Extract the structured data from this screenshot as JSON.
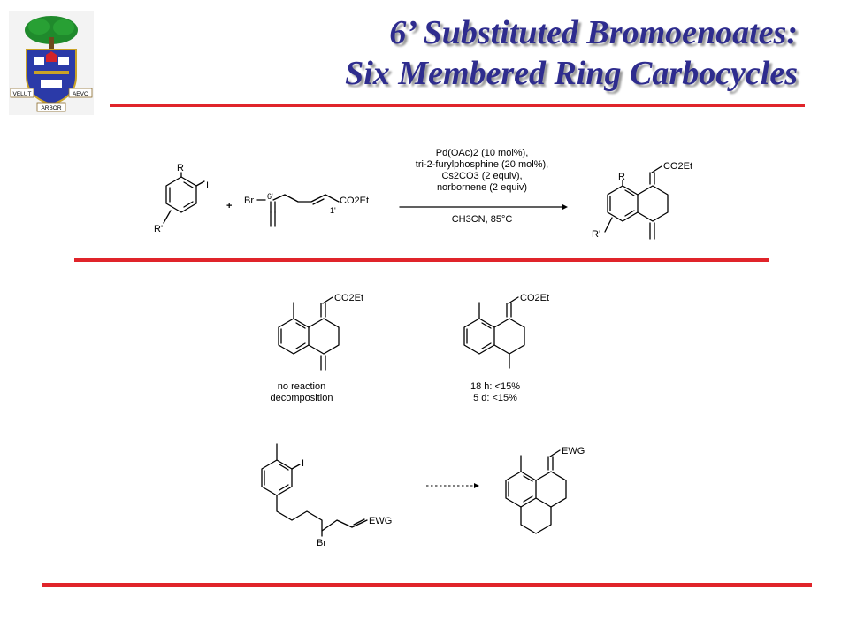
{
  "title": {
    "line1": "6’ Substituted Bromoenoates:",
    "line2": "Six Membered Ring Carbocycles"
  },
  "logo": {
    "motto_left": "VELUT",
    "motto_right": "AEVO",
    "motto_bottom": "ARBOR"
  },
  "scheme1": {
    "reactant_labels": {
      "r": "R",
      "i": "I",
      "r_prime": "R'"
    },
    "plus": "+",
    "bromoenoate": {
      "br": "Br",
      "c6": "6'",
      "c1": "1'",
      "ester": "CO2Et"
    },
    "conditions": [
      "Pd(OAc)2 (10 mol%),",
      "tri-2-furylphosphine (20 mol%),",
      "Cs2CO3 (2 equiv),",
      "norbornene (2 equiv)"
    ],
    "solvent_temp": "CH3CN, 85°C",
    "product_labels": {
      "r": "R",
      "r_prime": "R'",
      "ester": "CO2Et"
    }
  },
  "scheme2": {
    "left_ester": "CO2Et",
    "left_result": [
      "no reaction",
      "decomposition"
    ],
    "right_ester": "CO2Et",
    "right_result": [
      "18 h: <15%",
      "5 d: <15%"
    ]
  },
  "scheme3": {
    "iodo": "I",
    "br": "Br",
    "ewg": "EWG",
    "product_ewg": "EWG"
  }
}
